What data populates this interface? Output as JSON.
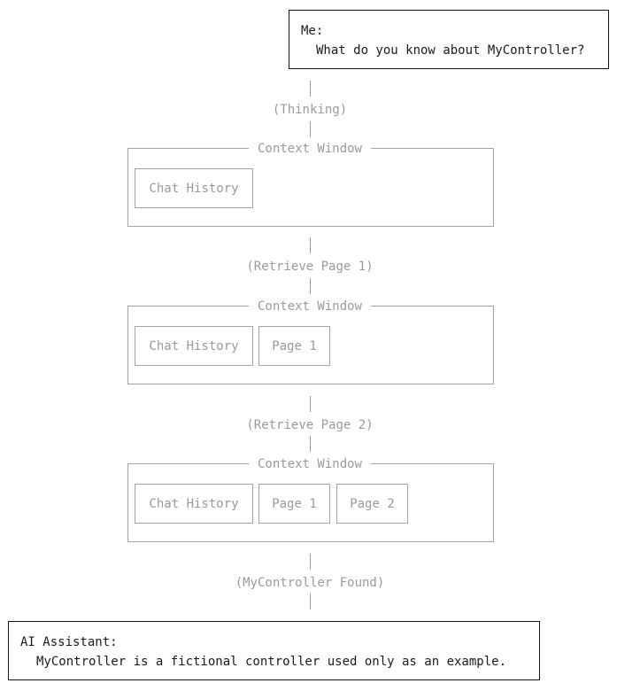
{
  "user_message": {
    "speaker": "Me:",
    "text": "What do you know about MyController?"
  },
  "steps": {
    "thinking": "(Thinking)",
    "retrieve_page_1": "(Retrieve Page 1)",
    "retrieve_page_2": "(Retrieve Page 2)",
    "found": "(MyController Found)"
  },
  "context_windows": [
    {
      "title": "Context Window",
      "items": [
        "Chat History"
      ]
    },
    {
      "title": "Context Window",
      "items": [
        "Chat History",
        "Page 1"
      ]
    },
    {
      "title": "Context Window",
      "items": [
        "Chat History",
        "Page 1",
        "Page 2"
      ]
    }
  ],
  "assistant_message": {
    "speaker": "AI Assistant:",
    "text": "MyController is a fictional controller used only as an example."
  }
}
